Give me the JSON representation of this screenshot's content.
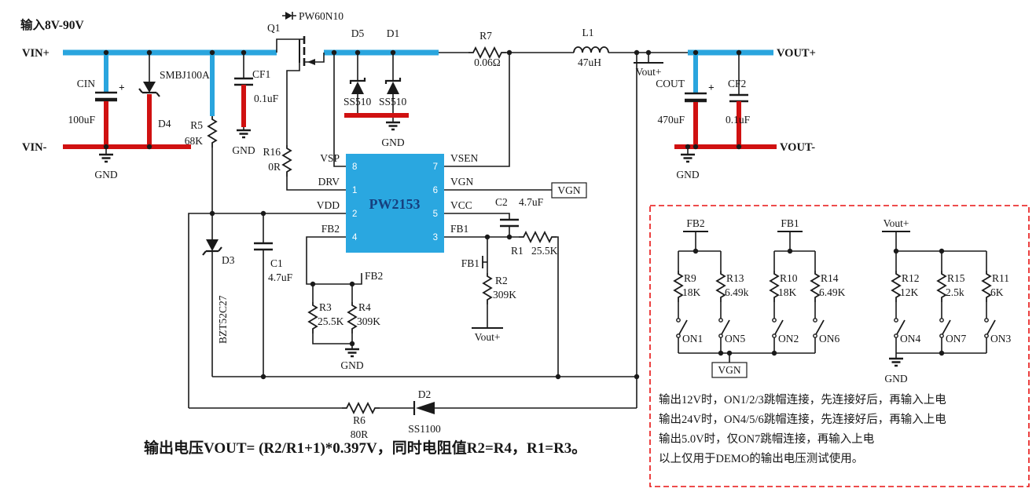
{
  "input_label": "输入8V-90V",
  "nets": {
    "vin_plus": "VIN+",
    "vin_minus": "VIN-",
    "vout_plus": "VOUT+",
    "vout_minus": "VOUT-",
    "gnd": "GND",
    "vgn": "VGN",
    "fb1": "FB1",
    "fb2": "FB2",
    "vout_sense": "Vout+"
  },
  "ic": {
    "name": "PW2153",
    "pins_left": [
      {
        "num": "8",
        "name": "VSP"
      },
      {
        "num": "1",
        "name": "DRV"
      },
      {
        "num": "2",
        "name": "VDD"
      },
      {
        "num": "4",
        "name": "FB2"
      }
    ],
    "pins_right": [
      {
        "num": "7",
        "name": "VSEN"
      },
      {
        "num": "6",
        "name": "VGN"
      },
      {
        "num": "5",
        "name": "VCC"
      },
      {
        "num": "3",
        "name": "FB1"
      }
    ]
  },
  "components": {
    "cin": {
      "ref": "CIN",
      "value": "100uF",
      "plus": "+"
    },
    "d4": {
      "ref": "D4",
      "value": "SMBJ100A"
    },
    "r5": {
      "ref": "R5",
      "value": "68K"
    },
    "cf1": {
      "ref": "CF1",
      "value": "0.1uF"
    },
    "q1": {
      "ref": "Q1",
      "value": "PW60N10"
    },
    "r16": {
      "ref": "R16",
      "value": "0R"
    },
    "d5": {
      "ref": "D5",
      "value": "SS510"
    },
    "d1": {
      "ref": "D1",
      "value": "SS510"
    },
    "r7": {
      "ref": "R7",
      "value": "0.06Ω"
    },
    "l1": {
      "ref": "L1",
      "value": "47uH"
    },
    "cout": {
      "ref": "COUT",
      "value": "470uF",
      "plus": "+"
    },
    "cf2": {
      "ref": "CF2",
      "value": "0.1uF"
    },
    "c1": {
      "ref": "C1",
      "value": "4.7uF"
    },
    "c2": {
      "ref": "C2",
      "value": "4.7uF"
    },
    "d3": {
      "ref": "D3",
      "value": "BZT52C27"
    },
    "r1": {
      "ref": "R1",
      "value": "25.5K"
    },
    "r2": {
      "ref": "R2",
      "value": "309K"
    },
    "r3": {
      "ref": "R3",
      "value": "25.5K"
    },
    "r4": {
      "ref": "R4",
      "value": "309K"
    },
    "r6": {
      "ref": "R6",
      "value": "80R"
    },
    "d2": {
      "ref": "D2",
      "value": "SS1100"
    }
  },
  "jumper_box": {
    "flags": {
      "fb2": "FB2",
      "fb1": "FB1",
      "vout": "Vout+",
      "vgn": "VGN",
      "gnd": "GND"
    },
    "resistors": [
      {
        "ref": "R9",
        "value": "18K"
      },
      {
        "ref": "R13",
        "value": "6.49k"
      },
      {
        "ref": "R10",
        "value": "18K"
      },
      {
        "ref": "R14",
        "value": "6.49K"
      },
      {
        "ref": "R12",
        "value": "12K"
      },
      {
        "ref": "R15",
        "value": "2.5k"
      },
      {
        "ref": "R11",
        "value": "6K"
      }
    ],
    "switches": [
      "ON1",
      "ON5",
      "ON2",
      "ON6",
      "ON4",
      "ON7",
      "ON3"
    ],
    "notes": [
      "输出12V时，ON1/2/3跳帽连接，先连接好后，再输入上电",
      "输出24V时，ON4/5/6跳帽连接，先连接好后，再输入上电",
      "输出5.0V时，仅ON7跳帽连接，再输入上电",
      "以上仅用于DEMO的输出电压测试使用。"
    ]
  },
  "formula": "输出电压VOUT= (R2/R1+1)*0.397V，同时电阻值R2=R4，R1=R3。"
}
